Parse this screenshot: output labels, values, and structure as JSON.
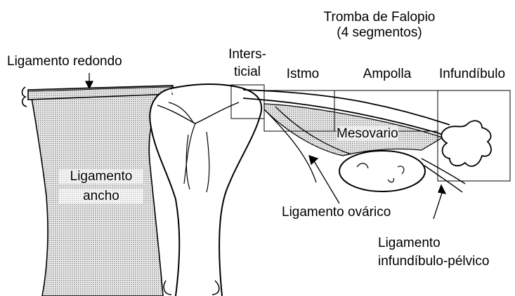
{
  "labels": {
    "tube_title": "Tromba de Falopio",
    "tube_subtitle": "(4 segmentos)",
    "round_ligament": "Ligamento redondo",
    "interstitial_line1": "Inters-",
    "interstitial_line2": "ticial",
    "isthmus": "Istmo",
    "ampulla": "Ampolla",
    "infundibulum": "Infundíbulo",
    "mesovarium": "Mesovario",
    "broad_ligament_line1": "Ligamento",
    "broad_ligament_line2": "ancho",
    "ovarian_ligament": "Ligamento ovárico",
    "ip_ligament_line1": "Ligamento",
    "ip_ligament_line2": "infundíbulo-pélvico"
  },
  "colors": {
    "line": "#000000",
    "hatch": "#b9b9b9",
    "background": "#ffffff"
  }
}
